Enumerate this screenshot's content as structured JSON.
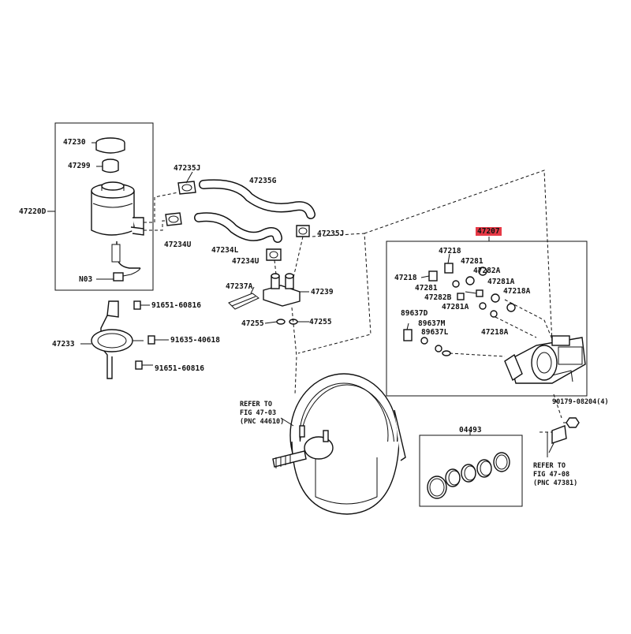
{
  "diagram": {
    "labels": {
      "p47230": "47230",
      "p47299": "47299",
      "p47220D": "47220D",
      "pN03": "N03",
      "p47235J_top": "47235J",
      "p47235G": "47235G",
      "p47234U_left": "47234U",
      "p47234L": "47234L",
      "p47235J_right": "47235J",
      "p47234U_mid": "47234U",
      "p47237A": "47237A",
      "p47239": "47239",
      "p47255_left": "47255",
      "p47255_right": "47255",
      "p91651_top": "91651-60816",
      "p91635": "91635-40618",
      "p91651_bottom": "91651-60816",
      "p47233": "47233",
      "p47207": "47207",
      "p47218_top": "47218",
      "p47281_top": "47281",
      "p47282A": "47282A",
      "p47218_left": "47218",
      "p47281A": "47281A",
      "p47281_mid": "47281",
      "p47282B": "47282B",
      "p47281A_2": "47281A",
      "p47218A_right": "47218A",
      "p89637D": "89637D",
      "p89637M": "89637M",
      "p89637L": "89637L",
      "p47218A_bottom": "47218A",
      "p90179": "90179-08204(4)",
      "p04493": "04493"
    },
    "refs": {
      "ref_left": [
        "REFER TO",
        "FIG 47-03",
        "(PNC 44610)"
      ],
      "ref_right": [
        "REFER TO",
        "FIG 47-08",
        "(PNC 47381)"
      ]
    },
    "highlight_color": "#e63946"
  }
}
